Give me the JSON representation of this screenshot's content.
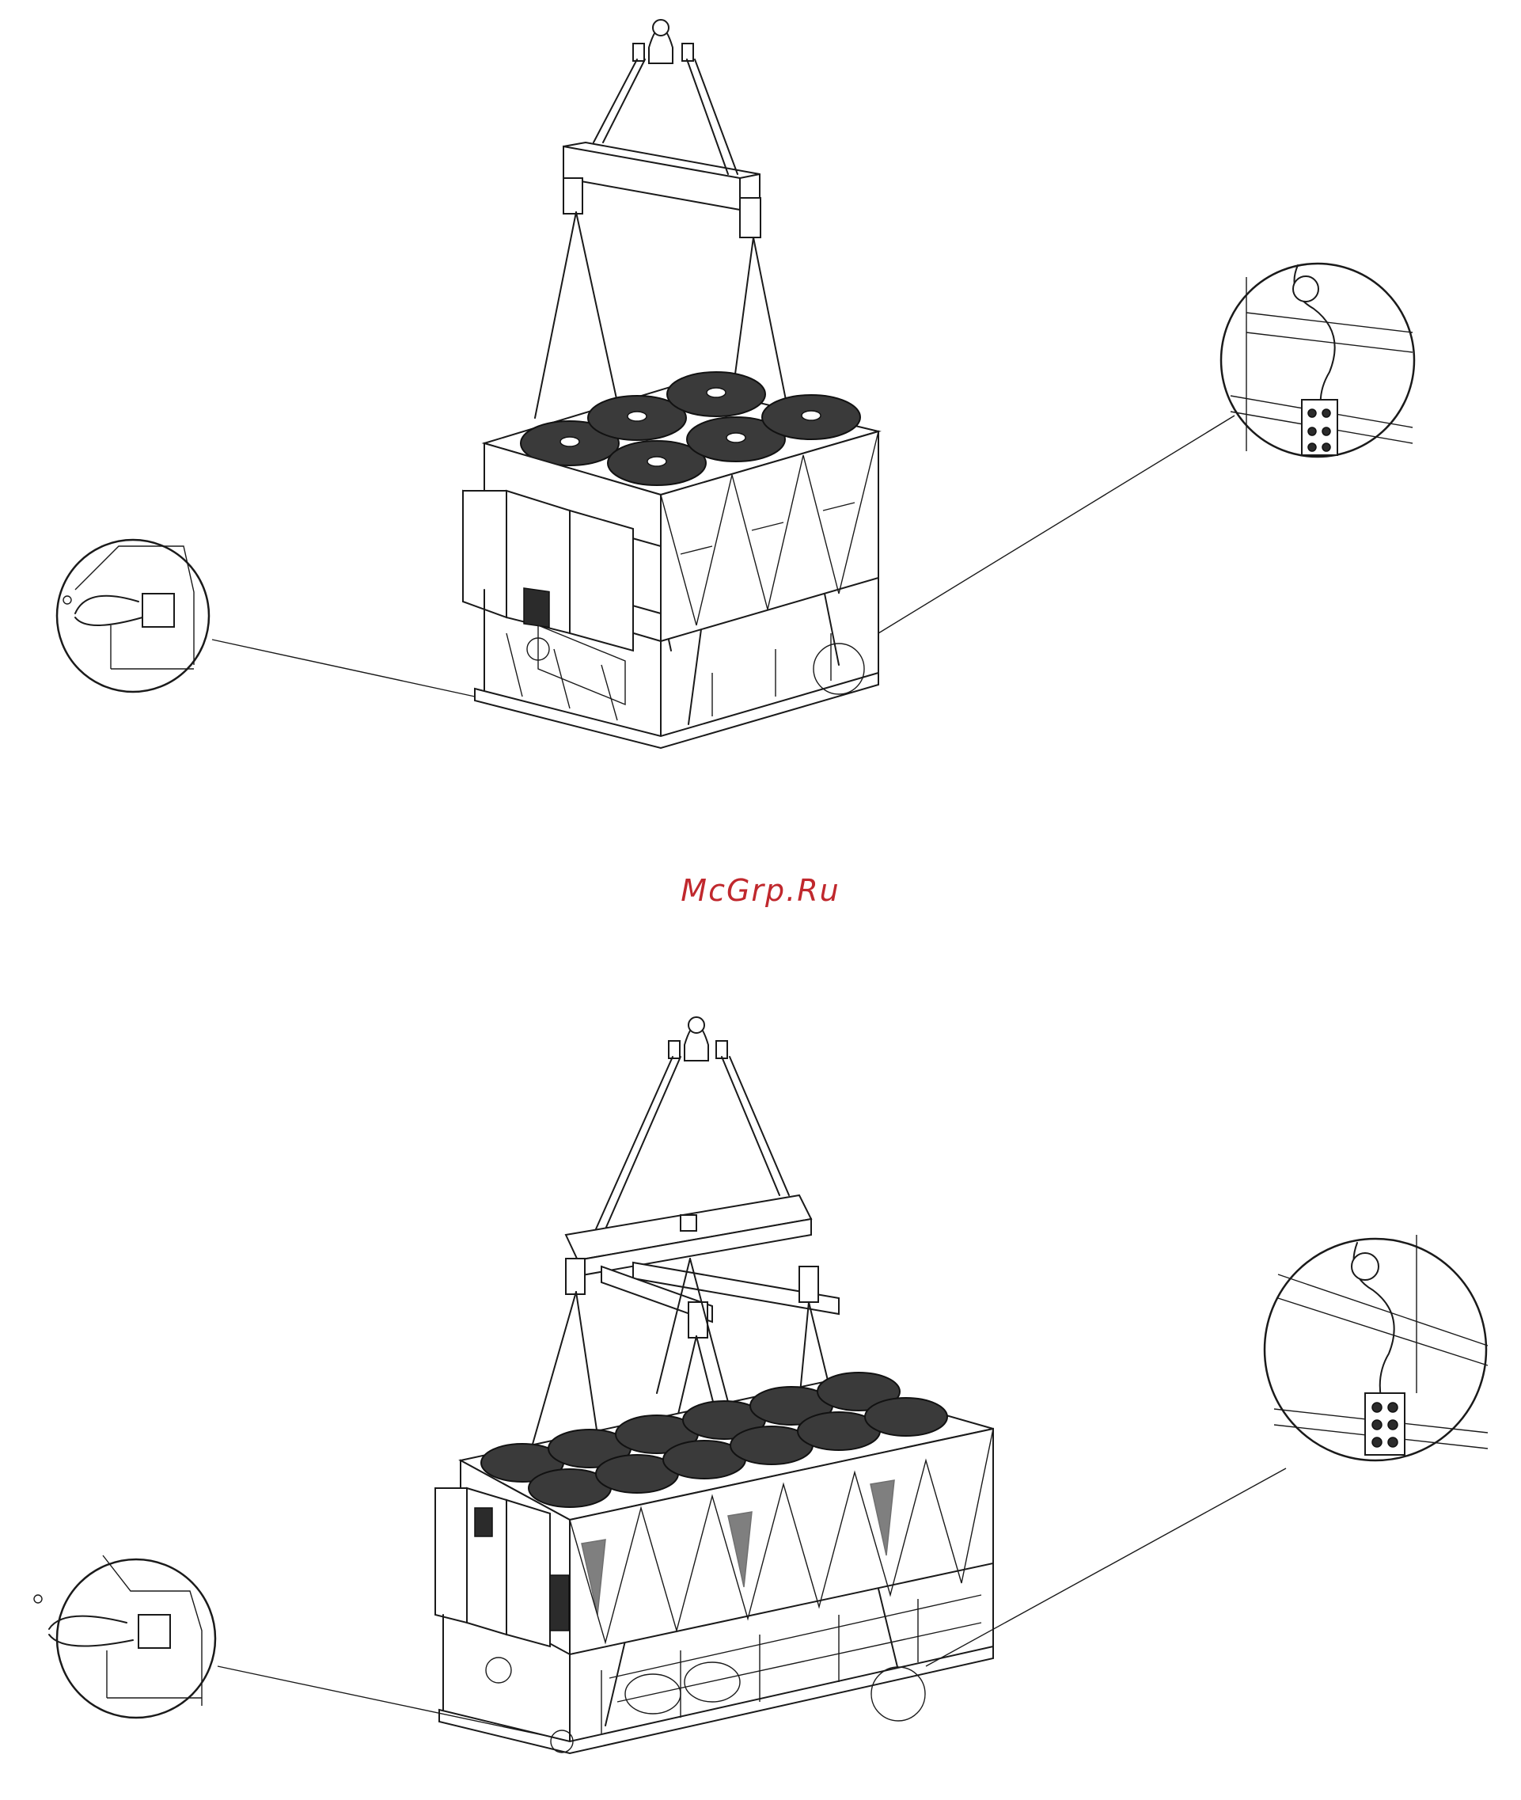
{
  "watermark": {
    "text": "McGrp.Ru",
    "color": "#c0282d"
  },
  "figures": [
    {
      "name": "lifting-unit-6-fans",
      "fan_count": 6
    },
    {
      "name": "lifting-unit-12-fans",
      "fan_count": 12
    }
  ],
  "colors": {
    "line": "#1a1a1a",
    "fan": "#3a3a3a",
    "background": "#ffffff"
  }
}
